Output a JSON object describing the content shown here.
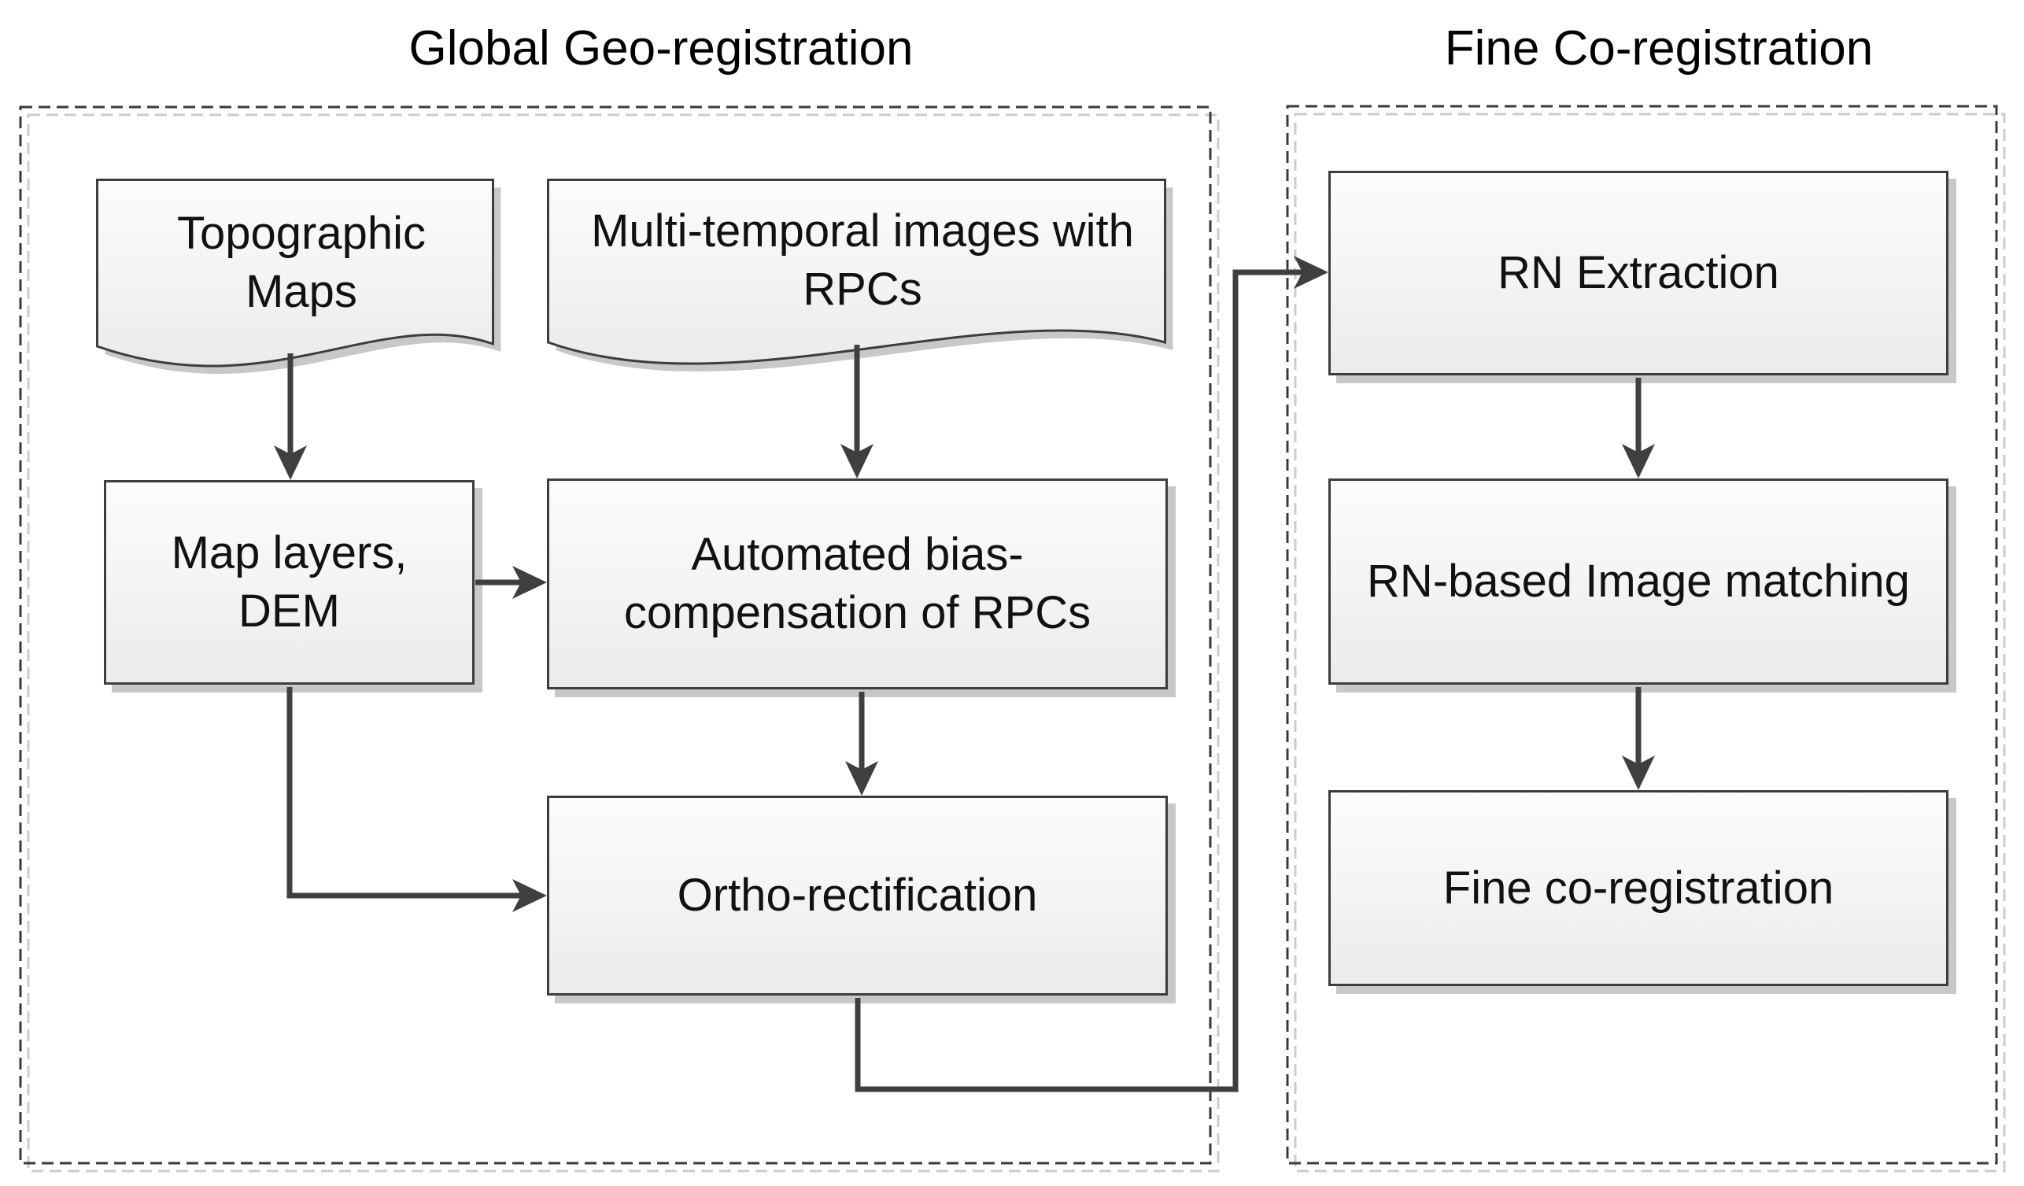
{
  "diagram": {
    "titles": {
      "left": "Global Geo-registration",
      "right": "Fine Co-registration"
    },
    "groups": [
      {
        "id": "global-geo-registration",
        "title": "Global Geo-registration",
        "nodes": [
          "topographic_maps",
          "multi_temporal_images",
          "map_layers_dem",
          "bias_compensation",
          "ortho_rectification"
        ]
      },
      {
        "id": "fine-co-registration",
        "title": "Fine Co-registration",
        "nodes": [
          "rn_extraction",
          "rn_image_matching",
          "fine_co_registration"
        ]
      }
    ],
    "nodes": {
      "topographic_maps": {
        "shape": "document",
        "label": "Topographic\nMaps"
      },
      "multi_temporal_images": {
        "shape": "document",
        "label": "Multi-temporal images with\nRPCs"
      },
      "map_layers_dem": {
        "shape": "process",
        "label": "Map layers,\nDEM"
      },
      "bias_compensation": {
        "shape": "process",
        "label": "Automated bias-\ncompensation of RPCs"
      },
      "ortho_rectification": {
        "shape": "process",
        "label": "Ortho-rectification"
      },
      "rn_extraction": {
        "shape": "process",
        "label": "RN Extraction"
      },
      "rn_image_matching": {
        "shape": "process",
        "label": "RN-based Image matching"
      },
      "fine_co_registration": {
        "shape": "process",
        "label": "Fine co-registration"
      }
    },
    "edges": [
      {
        "from": "topographic_maps",
        "to": "map_layers_dem"
      },
      {
        "from": "multi_temporal_images",
        "to": "bias_compensation"
      },
      {
        "from": "map_layers_dem",
        "to": "bias_compensation"
      },
      {
        "from": "map_layers_dem",
        "to": "ortho_rectification"
      },
      {
        "from": "bias_compensation",
        "to": "ortho_rectification"
      },
      {
        "from": "ortho_rectification",
        "to": "rn_extraction"
      },
      {
        "from": "rn_extraction",
        "to": "rn_image_matching"
      },
      {
        "from": "rn_image_matching",
        "to": "fine_co_registration"
      }
    ],
    "colors": {
      "stroke": "#3d3d3d",
      "connector": "#3f3f3f",
      "shadow": "#c8c8c8",
      "dash_shadow": "#cccccc",
      "fill_top": "#fcfcfc",
      "fill_bottom": "#ebebeb",
      "text": "#111111"
    }
  }
}
